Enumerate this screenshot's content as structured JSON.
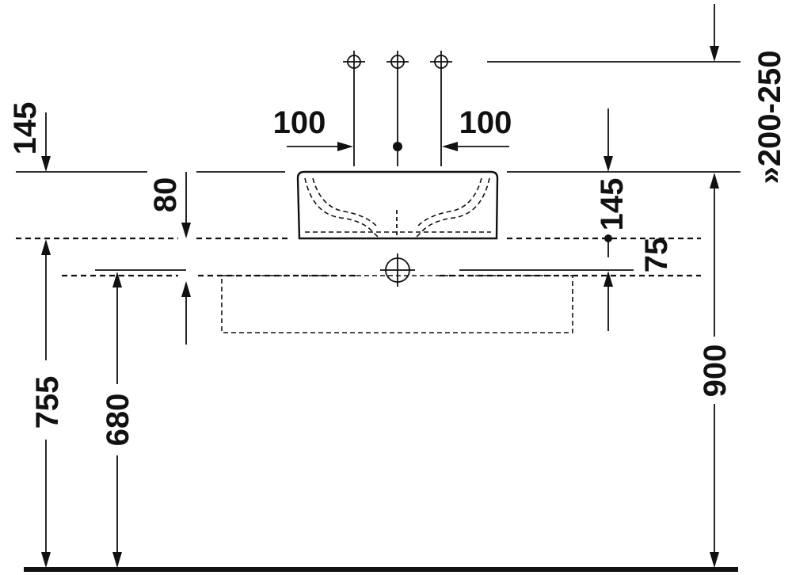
{
  "diagram": {
    "dimensions": {
      "tap_spacing_left": "100",
      "tap_spacing_right": "100",
      "tap_height": "»200-250",
      "basin_height_left": "145",
      "basin_height_right": "145",
      "countertop_thickness": "80",
      "waste_offset": "75",
      "counter_top_height": "755",
      "counter_bottom_height": "680",
      "basin_rim_height": "900"
    },
    "colors": {
      "line": "#111111",
      "background": "#ffffff"
    }
  }
}
